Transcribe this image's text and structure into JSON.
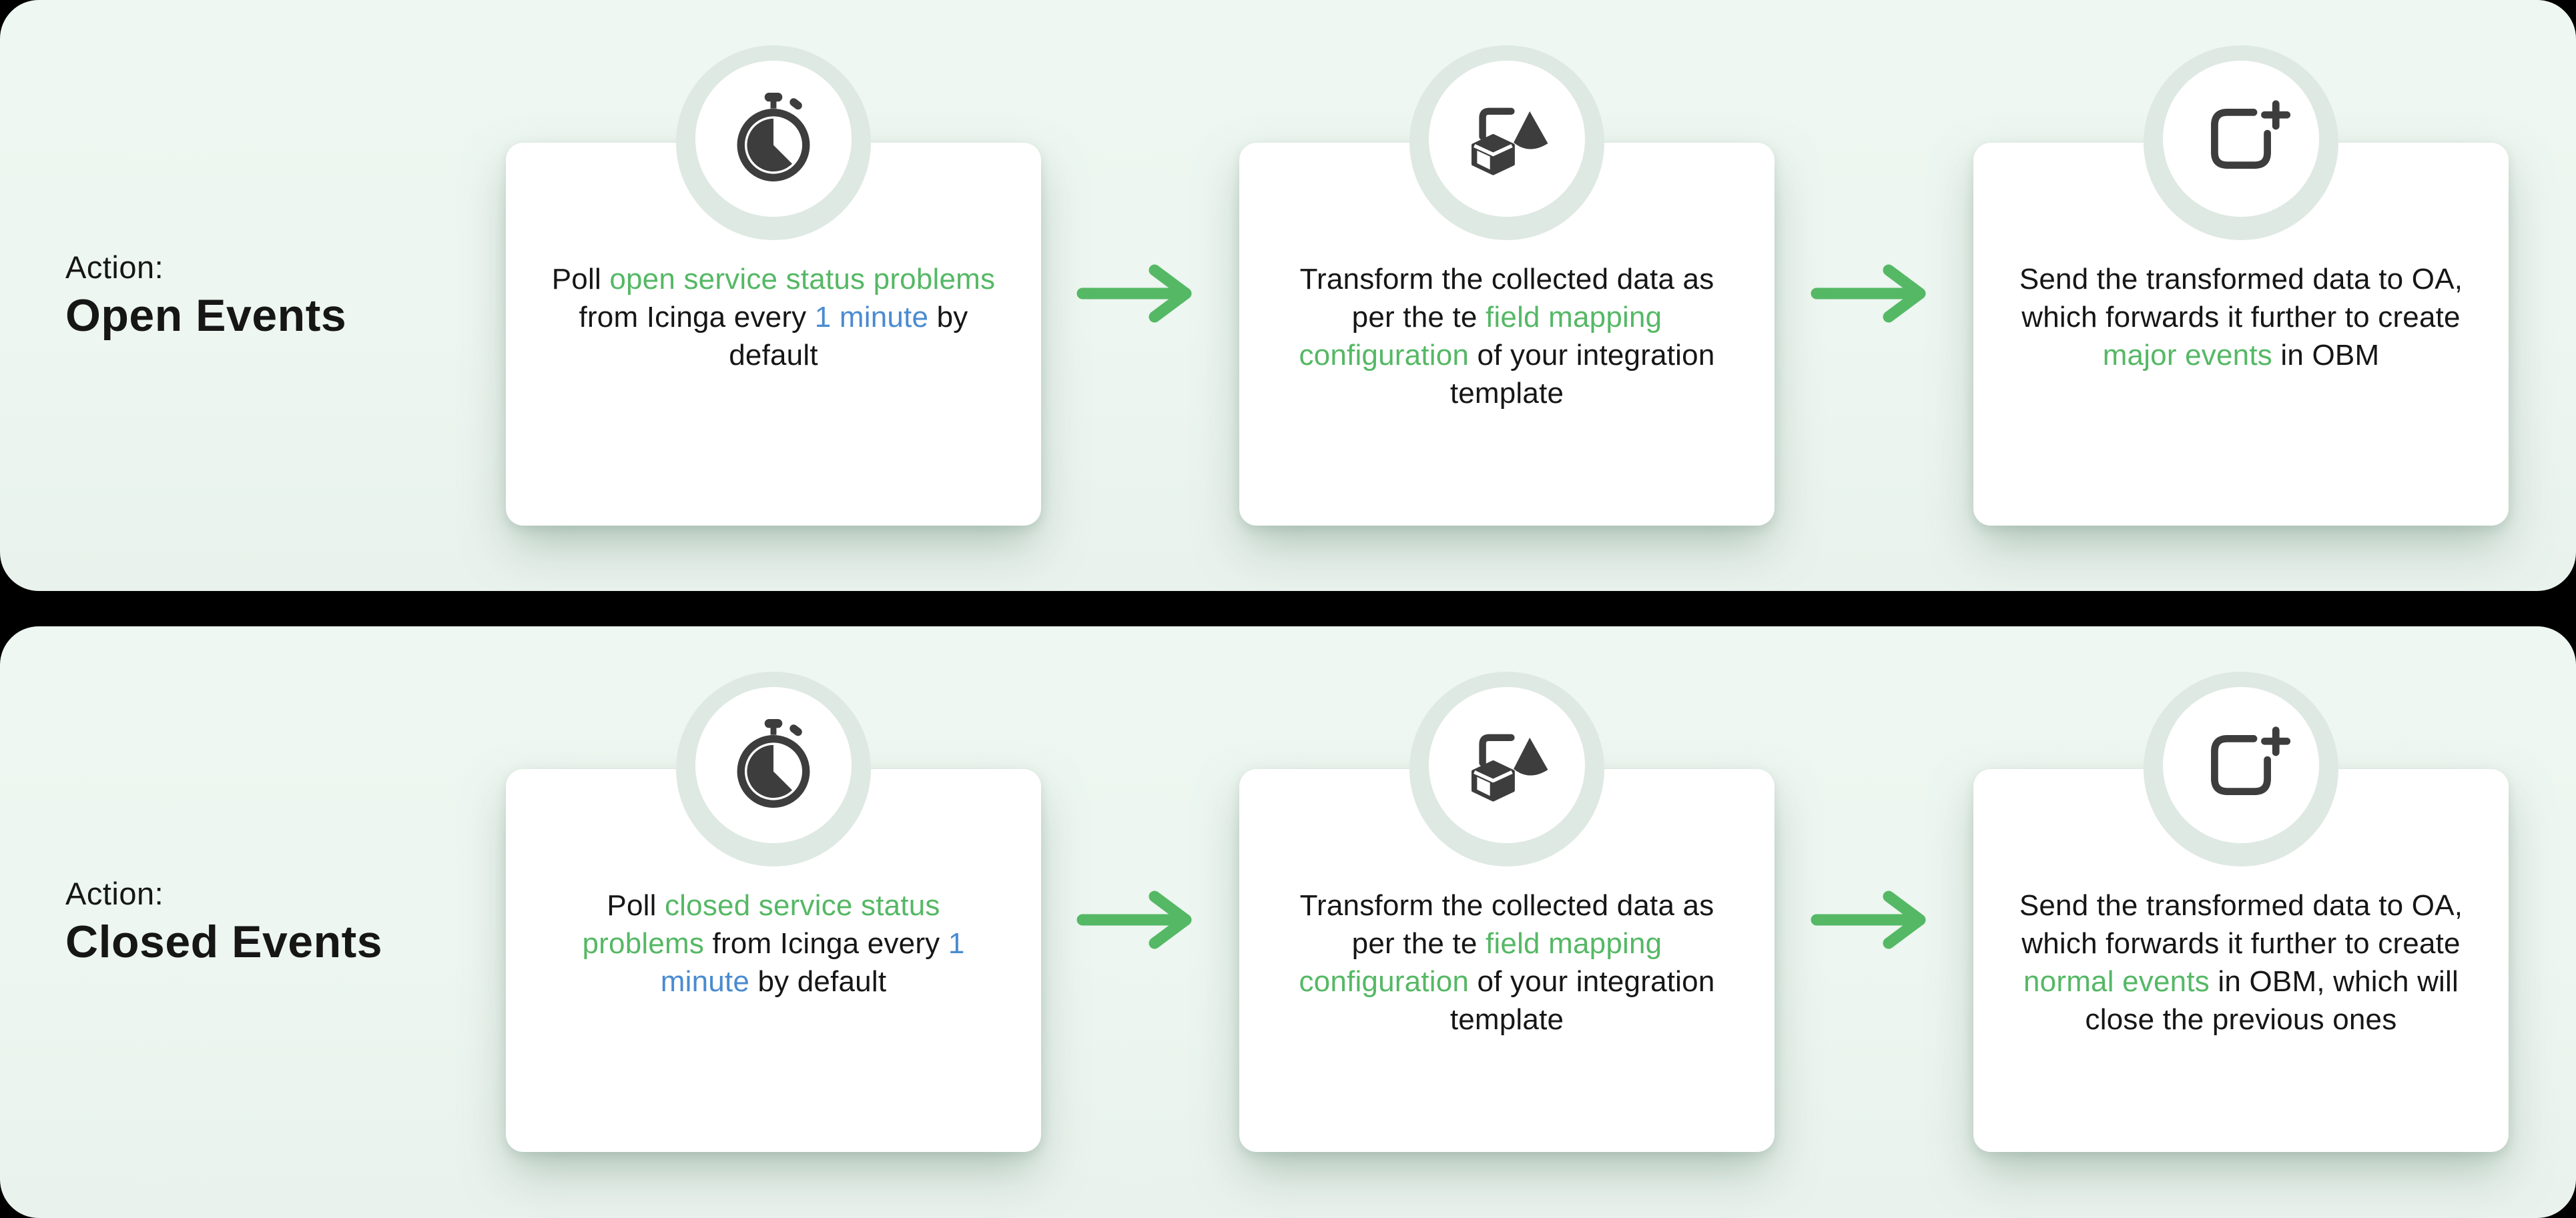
{
  "page": {
    "background": "#000000",
    "panel_color": "#edf6f0"
  },
  "colors": {
    "green": "#55b865",
    "blue": "#4a8bd0",
    "dark": "#161616",
    "icon": "#3d3d3d",
    "ring": "#dfe9e3",
    "panel": "#edf6f0",
    "card": "#ffffff",
    "page-bg": "#000000"
  },
  "rows": [
    {
      "name": "open-events",
      "action_label": "Action:",
      "action_title": "Open Events",
      "cards": [
        {
          "icon": "stopwatch-icon",
          "segments": [
            {
              "text": "Poll ",
              "color": "dark"
            },
            {
              "text": "open service status problems",
              "color": "green"
            },
            {
              "text": " from Icinga every ",
              "color": "dark"
            },
            {
              "text": "1 minute",
              "color": "blue"
            },
            {
              "text": " by default",
              "color": "dark"
            }
          ]
        },
        {
          "icon": "shapes-icon",
          "segments": [
            {
              "text": "Transform the collected data as per the te ",
              "color": "dark"
            },
            {
              "text": "field mapping configuration",
              "color": "green"
            },
            {
              "text": " of your integration template",
              "color": "dark"
            }
          ]
        },
        {
          "icon": "add-box-icon",
          "segments": [
            {
              "text": "Send the transformed data to OA, which forwards it further to create ",
              "color": "dark"
            },
            {
              "text": "major events",
              "color": "green"
            },
            {
              "text": " in OBM",
              "color": "dark"
            }
          ]
        }
      ]
    },
    {
      "name": "closed-events",
      "action_label": "Action:",
      "action_title": "Closed Events",
      "cards": [
        {
          "icon": "stopwatch-icon",
          "segments": [
            {
              "text": "Poll ",
              "color": "dark"
            },
            {
              "text": "closed service status problems",
              "color": "green"
            },
            {
              "text": " from Icinga every ",
              "color": "dark"
            },
            {
              "text": "1 minute",
              "color": "blue"
            },
            {
              "text": " by default",
              "color": "dark"
            }
          ]
        },
        {
          "icon": "shapes-icon",
          "segments": [
            {
              "text": "Transform the collected data as per the te ",
              "color": "dark"
            },
            {
              "text": "field mapping configuration",
              "color": "green"
            },
            {
              "text": " of your integration template",
              "color": "dark"
            }
          ]
        },
        {
          "icon": "add-box-icon",
          "segments": [
            {
              "text": "Send the transformed data to OA, which forwards it further to create ",
              "color": "dark"
            },
            {
              "text": "normal events",
              "color": "green"
            },
            {
              "text": " in OBM, which will close the previous ones",
              "color": "dark"
            }
          ]
        }
      ]
    }
  ]
}
